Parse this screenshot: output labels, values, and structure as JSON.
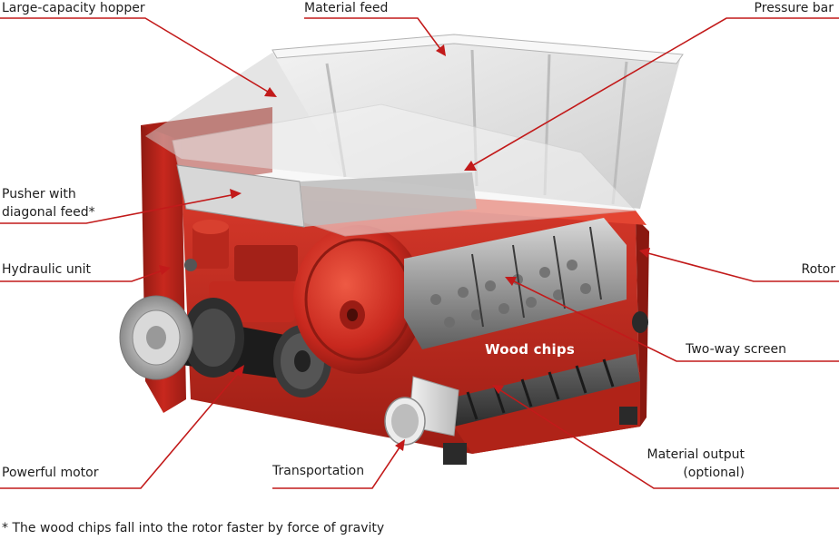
{
  "labels": {
    "hopper": "Large-capacity hopper",
    "material_feed": "Material feed",
    "pressure_bar": "Pressure bar",
    "pusher_line1": "Pusher with",
    "pusher_line2": "diagonal feed*",
    "hydraulic": "Hydraulic unit",
    "rotor": "Rotor",
    "two_way_screen": "Two-way screen",
    "wood_chips": "Wood chips",
    "powerful_motor": "Powerful motor",
    "transportation": "Transportation",
    "material_output_line1": "Material output",
    "material_output_line2": "(optional)"
  },
  "footnote": "* The wood chips fall into the rotor faster by force of gravity",
  "colors": {
    "machine_red": "#c8281e",
    "annotation_red": "#c21a1a",
    "hopper_gray": "#dcdcdc",
    "rotor_steel": "#9a9a9a"
  }
}
